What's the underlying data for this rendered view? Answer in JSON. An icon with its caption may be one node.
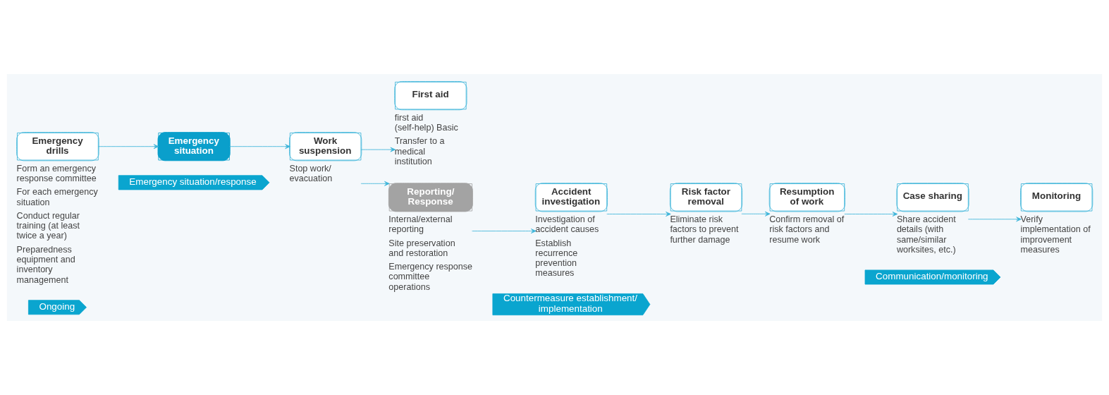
{
  "diagram": {
    "nodes": [
      {
        "text": [
          "Ongoing"
        ]
      },
      {
        "text": [
          "Emergency situation/response"
        ]
      },
      {
        "text": [
          "Countermeasure establishment/ implementation"
        ]
      },
      {
        "text": [
          "Communication/monitoring"
        ]
      },
      {
        "text": [
          "Emergency drills"
        ],
        "beside": [
          "Form an emergency response committee",
          "For each emergency situation",
          "Conduct regular training (at least twice a year)",
          "Preparedness equipment and inventory management"
        ]
      },
      {
        "text": [
          "Emergency situation"
        ]
      },
      {
        "text": [
          "Work suspension"
        ],
        "beside": [
          "Stop work/ evacuation"
        ]
      },
      {
        "text": [
          "First aid"
        ],
        "beside": [
          "first aid (self-help) Basic",
          "Transfer to a medical institution"
        ]
      },
      {
        "text": [
          "Reporting/ Response"
        ],
        "beside": [
          "Internal/external reporting",
          "Site preservation and restoration",
          "Emergency response committee operations"
        ]
      },
      {
        "text": [
          "Accident investigation"
        ],
        "beside": [
          "Investigation of accident causes",
          "Establish recurrence prevention measures"
        ]
      },
      {
        "text": [
          "Risk factor removal"
        ],
        "beside": [
          "Eliminate risk factors to prevent further damage"
        ]
      },
      {
        "text": [
          "Resumption of work"
        ],
        "beside": [
          "Confirm removal of risk factors and resume work"
        ]
      },
      {
        "text": [
          "Case sharing"
        ],
        "beside": [
          "Share accident details (with same/similar worksites, etc.)"
        ]
      },
      {
        "text": [
          "Monitoring"
        ],
        "beside": [
          "Verify implementation of improvement measures"
        ]
      }
    ],
    "edges": [
      {
        "from": 4,
        "to": 5,
        "arrow": "to"
      },
      {
        "from": 5,
        "to": 6,
        "arrow": "to"
      },
      {
        "from": 6,
        "to": 7,
        "arrow": "to"
      },
      {
        "from": 6,
        "to": 8,
        "arrow": "to"
      },
      {
        "from": 8,
        "to": 9,
        "arrow": "to"
      },
      {
        "from": 9,
        "to": 10,
        "arrow": "to"
      },
      {
        "from": 10,
        "to": 11,
        "arrow": "to"
      },
      {
        "from": 11,
        "to": 12,
        "arrow": "to"
      },
      {
        "from": 12,
        "to": 13,
        "arrow": "to"
      }
    ]
  }
}
